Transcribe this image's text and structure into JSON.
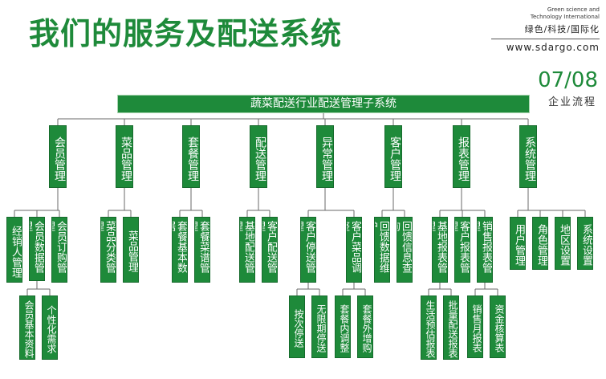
{
  "header": {
    "title": "我们的服务及配送系统",
    "logo_en_1": "Green science and",
    "logo_en_2": "Technology International",
    "logo_cn": "绿色/科技/国际化",
    "url": "www.sdargo.com",
    "page": "07/08",
    "section": "企业流程"
  },
  "diagram": {
    "root": "蔬菜配送行业配送管理子系统",
    "level1": [
      "会员管理",
      "菜品管理",
      "套餐管理",
      "配送管理",
      "异常管理",
      "客户管理",
      "报表管理",
      "系统管理"
    ],
    "level2": [
      "经销人管理",
      "会员数据管理",
      "会员订购管理",
      "菜品分类管理",
      "菜品管理",
      "套餐基本数据",
      "套餐菜谱管理",
      "基地配送管理",
      "客户配送管理",
      "客户停送管理",
      "客户菜品调整",
      "回馈数据维护",
      "回馈信息查询",
      "基地报表管理",
      "客户报表管理",
      "销售报表管理",
      "用户管理",
      "角色管理",
      "地区设置",
      "系统设置"
    ],
    "level3": [
      "会员基本资料",
      "个性化需求",
      "按次停送",
      "无限期停送",
      "套餐内调整",
      "套餐外增购",
      "生活预估报表",
      "批量配送报表",
      "销售月报表",
      "资金核算表"
    ]
  }
}
